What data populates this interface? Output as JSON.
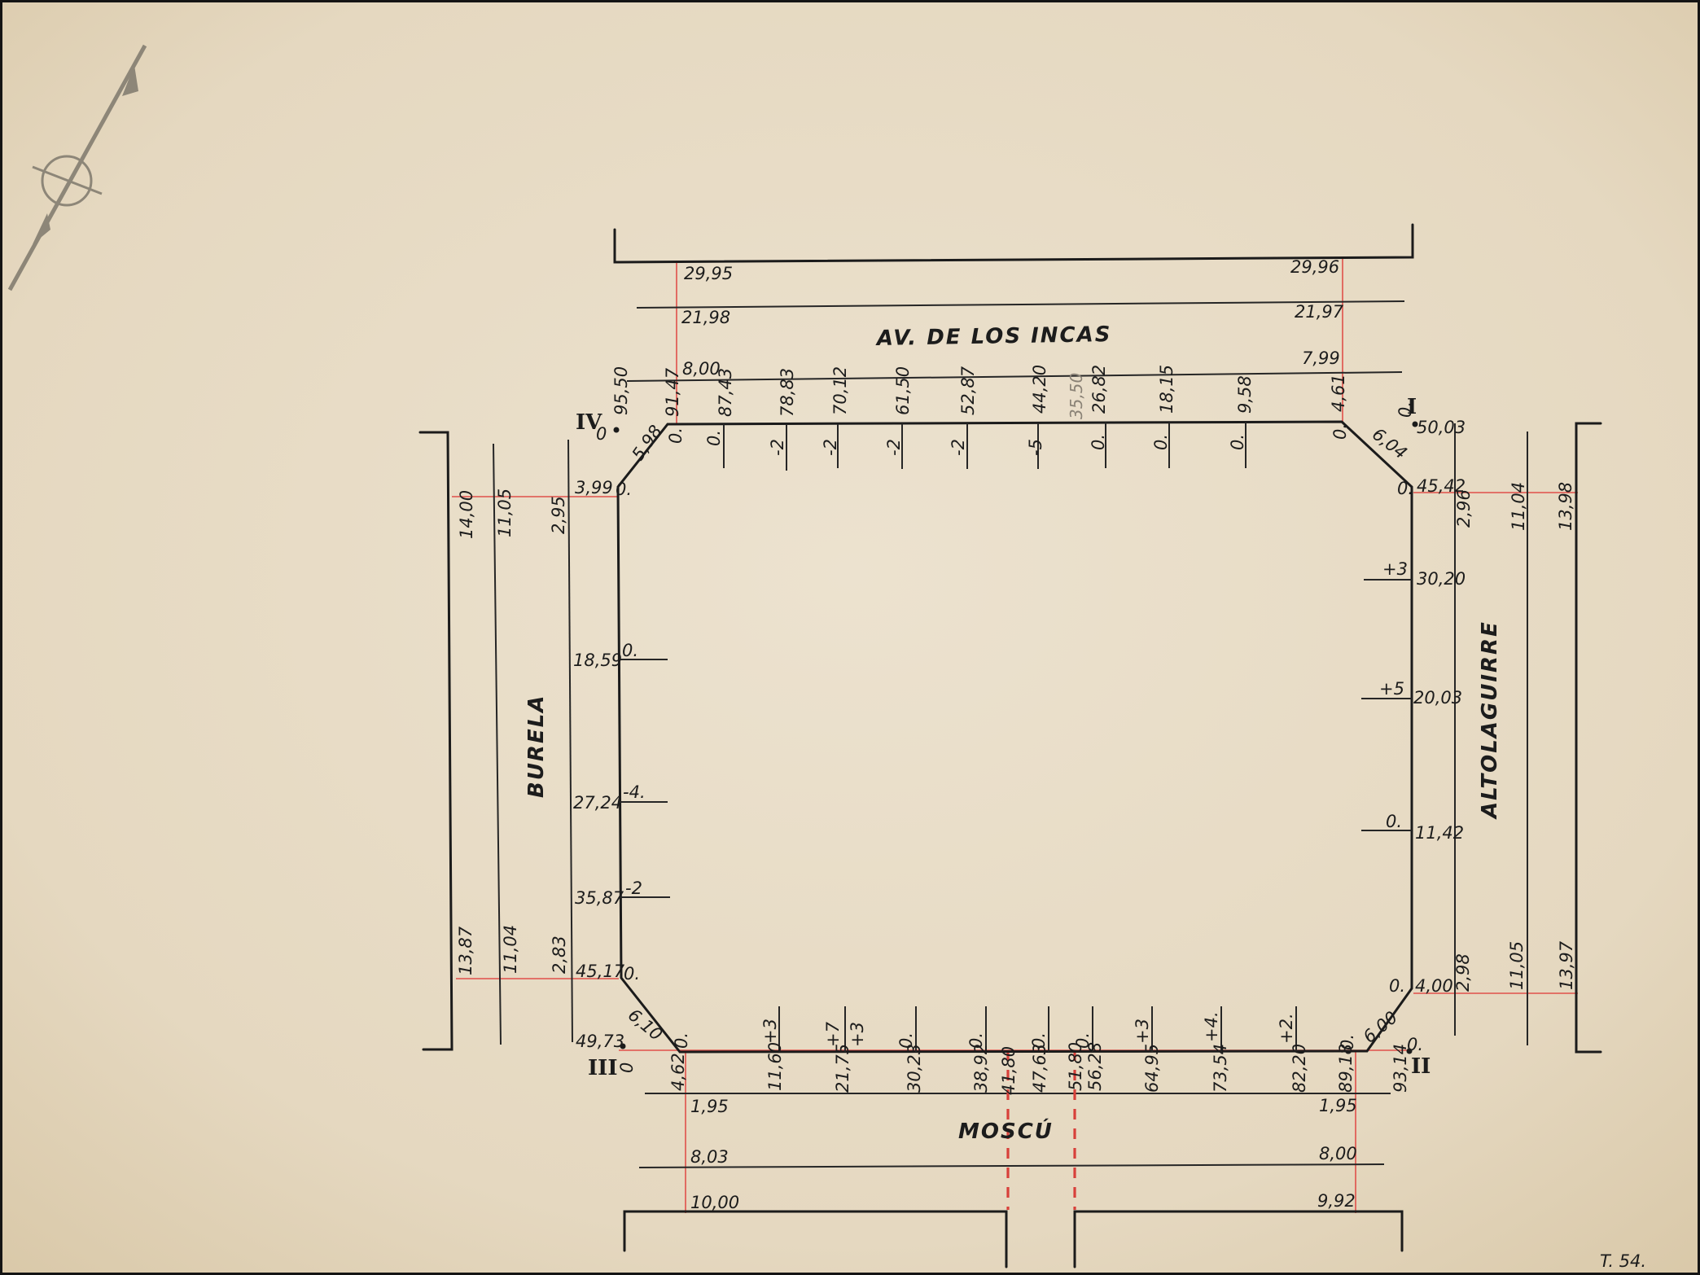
{
  "streets": {
    "north": "AV. DE LOS INCAS",
    "west": "BURELA",
    "east": "ALTOLAGUIRRE",
    "south": "MOSCÚ"
  },
  "corners": {
    "I": "I",
    "II": "II",
    "III": "III",
    "IV": "IV"
  },
  "north_profile": {
    "widths_left": [
      "29,95",
      "21,98",
      "8,00"
    ],
    "widths_right": [
      "29,96",
      "21,97",
      "7,99"
    ],
    "stations": [
      "95,50",
      "91,47",
      "87,43",
      "78,83",
      "70,12",
      "61,50",
      "52,87",
      "44,20",
      "26,82",
      "18,15",
      "9,58",
      "4,61"
    ],
    "offsets": [
      "0.",
      "0.",
      "-2",
      "-2",
      "-2",
      "-2",
      "-5",
      "0.",
      "0.",
      "0.",
      "0."
    ],
    "pencil_note": "35,50",
    "corner_IV_zero": "0",
    "corner_I_zero": "0.",
    "chamfer_IV": "5,98",
    "chamfer_I": "6,04",
    "corner_I_station": "50,03"
  },
  "west_profile": {
    "widths_top": [
      "14,00",
      "11,05",
      "2,95"
    ],
    "widths_bottom": [
      "13,87",
      "11,04",
      "2,83"
    ],
    "stations": [
      "3,99",
      "18,59",
      "27,24",
      "35,87",
      "45,17",
      "49,73"
    ],
    "offsets": [
      "0.",
      "0.",
      "-4.",
      "-2",
      "0."
    ],
    "chamfer_III": "6,10"
  },
  "east_profile": {
    "widths_top": [
      "2,96",
      "11,04",
      "13,98"
    ],
    "widths_bottom": [
      "2,98",
      "11,05",
      "13,97"
    ],
    "stations": [
      "45,42",
      "30,20",
      "20,03",
      "11,42",
      "4,00"
    ],
    "offsets": [
      "0.",
      "+3",
      "+5",
      "0.",
      "0."
    ],
    "chamfer_II": "6,00",
    "corner_II_zero": "0."
  },
  "south_profile": {
    "stations": [
      "0",
      "4,62",
      "11,60",
      "21,75",
      "30,23",
      "38,92",
      "41,80",
      "47,63",
      "51,80",
      "56,28",
      "64,95",
      "73,54",
      "82,20",
      "89,18",
      "93,14"
    ],
    "offsets": [
      "0.",
      "+3",
      "+7",
      "+3",
      "0.",
      "0.",
      "0.",
      "0.",
      "+3",
      "+4.",
      "+2.",
      "0."
    ],
    "widths_left": [
      "1,95",
      "8,03",
      "10,00"
    ],
    "widths_right": [
      "1,95",
      "8,00",
      "9,92"
    ]
  },
  "sheet_code": "T. 54."
}
